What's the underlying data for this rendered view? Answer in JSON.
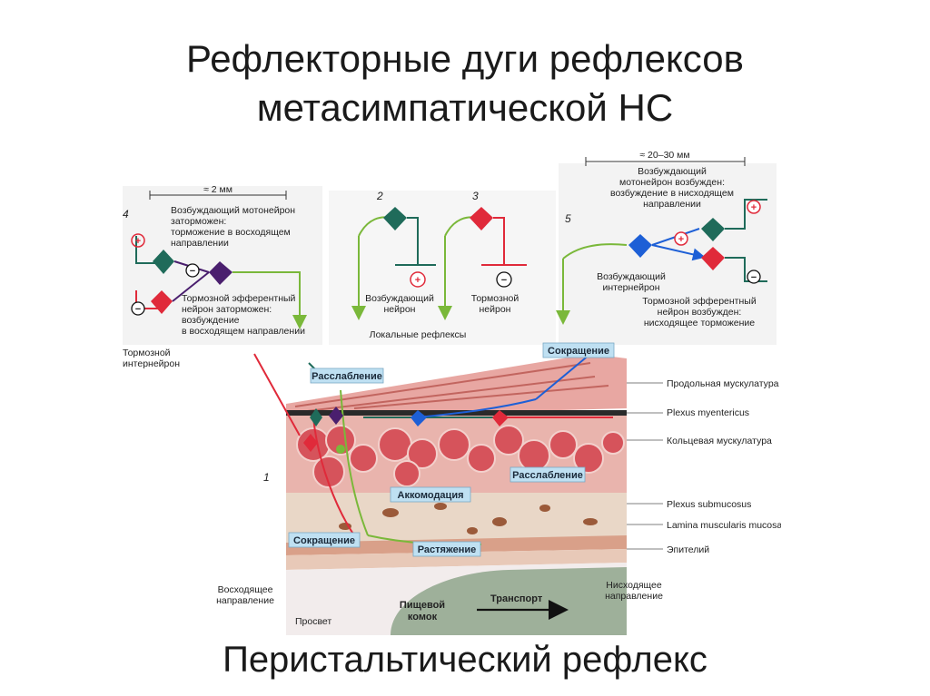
{
  "title": {
    "line1": "Рефлекторные дуги рефлексов",
    "line2": "метасимпатической НС"
  },
  "caption": "Перистальтический рефлекс",
  "diagram": {
    "panels": {
      "p1": "1",
      "p2": "2",
      "p3": "3",
      "p4": "4",
      "p5": "5"
    },
    "scale_short": "≈ 2 мм",
    "scale_long": "≈ 20–30 мм",
    "inset4_top": [
      "Возбуждающий мотонейрон",
      "заторможен:",
      "торможение в восходящем",
      "направлении"
    ],
    "inset4_bottom": [
      "Тормозной эфферентный",
      "нейрон заторможен:",
      "возбуждение",
      "в восходящем направлении"
    ],
    "inhibitory_interneuron": [
      "Тормозной",
      "интернейрон"
    ],
    "excitatory_neuron": [
      "Возбуждающий",
      "нейрон"
    ],
    "inhibitory_neuron": [
      "Тормозной",
      "нейрон"
    ],
    "local_reflexes": "Локальные рефлексы",
    "inset5_top": [
      "Возбуждающий",
      "мотонейрон возбужден:",
      "возбуждение в нисходящем",
      "направлении"
    ],
    "excitatory_interneuron": [
      "Возбуждающий",
      "интернейрон"
    ],
    "inset5_bottom": [
      "Тормозной эфферентный",
      "нейрон возбужден:",
      "нисходящее торможение"
    ],
    "tags": {
      "relax_top": "Расслабление",
      "contract_top": "Сокращение",
      "relax_bottom": "Расслабление",
      "accommodation": "Аккомодация",
      "contract_bottom": "Сокращение",
      "stretch": "Растяжение"
    },
    "layers": {
      "longitudinal": "Продольная мускулатура",
      "myenteric": "Plexus myentericus",
      "circular": "Кольцевая мускулатура",
      "submucosus": "Plexus submucosus",
      "lamina": "Lamina muscularis mucosae",
      "epithelium": "Эпителий"
    },
    "ascending": [
      "Восходящее",
      "направление"
    ],
    "descending": [
      "Нисходящее",
      "направление"
    ],
    "lumen": "Просвет",
    "bolus": [
      "Пищевой",
      "комок"
    ],
    "transport": "Транспорт",
    "plus": "+",
    "minus": "−"
  },
  "colors": {
    "excitatory_neuron": "#1f6b5a",
    "inhibitory_neuron": "#e02a3a",
    "interneuron_inhibitory": "#4a1f6e",
    "interneuron_excitatory": "#1d5fd6",
    "sensory_fiber": "#7ab83a",
    "muscle": "#d6535b",
    "tag_fill": "#bfe0f2"
  }
}
